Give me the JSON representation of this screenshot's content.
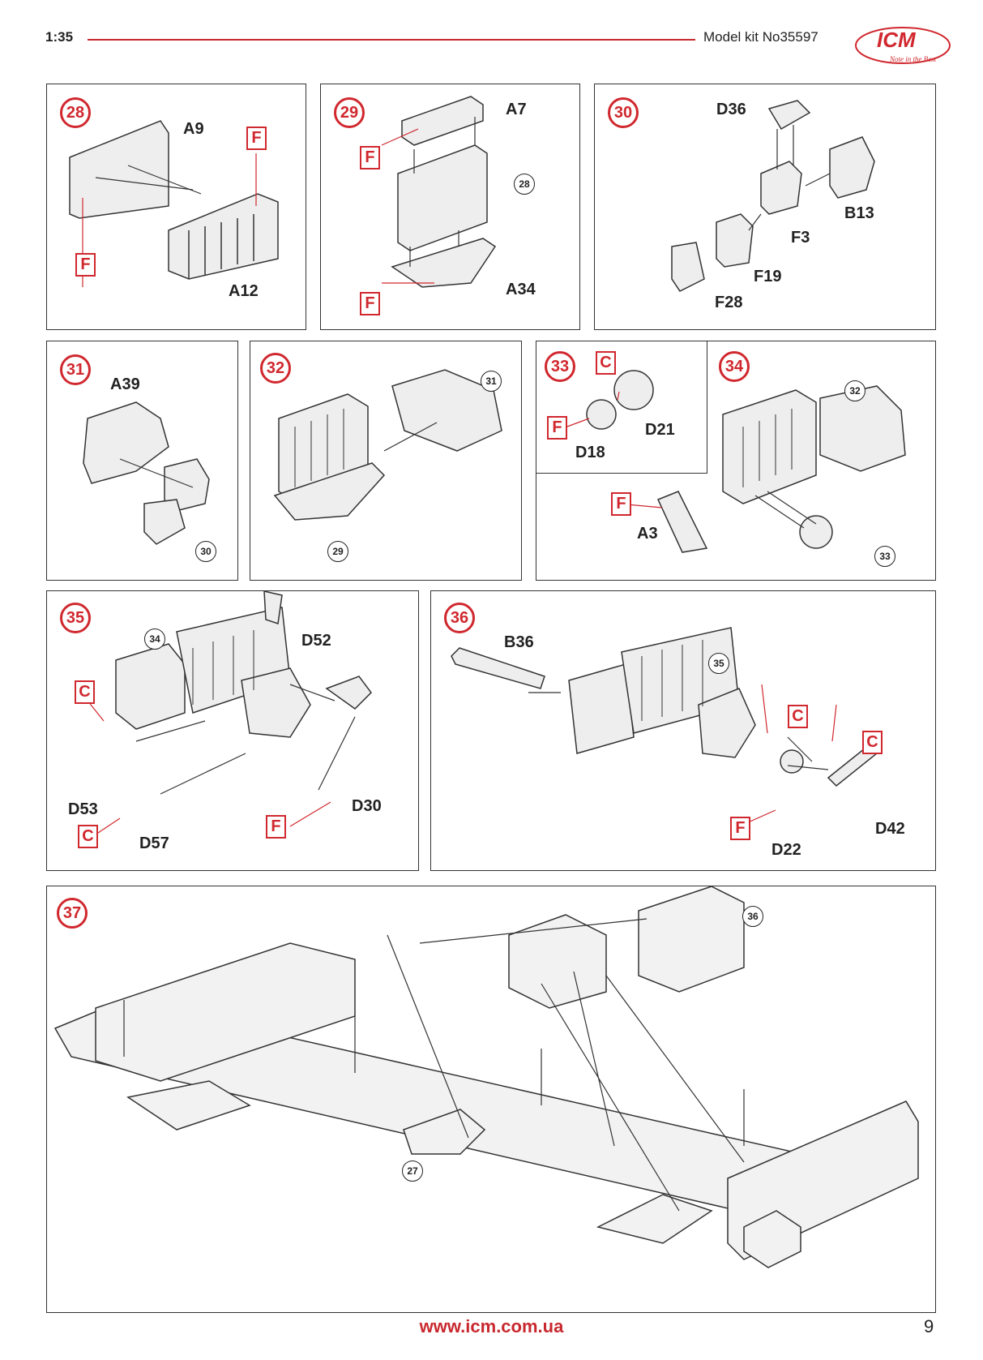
{
  "header": {
    "scale": "1:35",
    "kit": "Model kit No35597",
    "logo_text": "ICM",
    "logo_tagline": "Note in the Best"
  },
  "colors": {
    "accent": "#d0282e",
    "line": "#333333"
  },
  "steps": {
    "s28": {
      "num": "28",
      "parts": [
        "A9",
        "A12"
      ],
      "paint": [
        "F",
        "F"
      ]
    },
    "s29": {
      "num": "29",
      "parts": [
        "A7",
        "A34"
      ],
      "paint": [
        "F",
        "F"
      ],
      "refs": [
        "28"
      ]
    },
    "s30": {
      "num": "30",
      "parts": [
        "D36",
        "B13",
        "F3",
        "F19",
        "F28"
      ]
    },
    "s31": {
      "num": "31",
      "parts": [
        "A39"
      ],
      "refs": [
        "30"
      ]
    },
    "s32": {
      "num": "32",
      "refs": [
        "31",
        "29"
      ]
    },
    "s33": {
      "num": "33",
      "parts": [
        "D21",
        "D18"
      ],
      "paint": [
        "C",
        "F"
      ]
    },
    "s34": {
      "num": "34",
      "parts": [
        "A3"
      ],
      "paint": [
        "F"
      ],
      "refs": [
        "32",
        "33"
      ]
    },
    "s35": {
      "num": "35",
      "parts": [
        "D52",
        "D53",
        "D57",
        "D30"
      ],
      "paint": [
        "C",
        "C",
        "F"
      ],
      "refs": [
        "34"
      ]
    },
    "s36": {
      "num": "36",
      "parts": [
        "B36",
        "D22",
        "D42"
      ],
      "paint": [
        "C",
        "C",
        "F"
      ],
      "refs": [
        "35"
      ]
    },
    "s37": {
      "num": "37",
      "refs": [
        "36",
        "27"
      ]
    }
  },
  "footer": {
    "url": "www.icm.com.ua",
    "page": "9"
  }
}
